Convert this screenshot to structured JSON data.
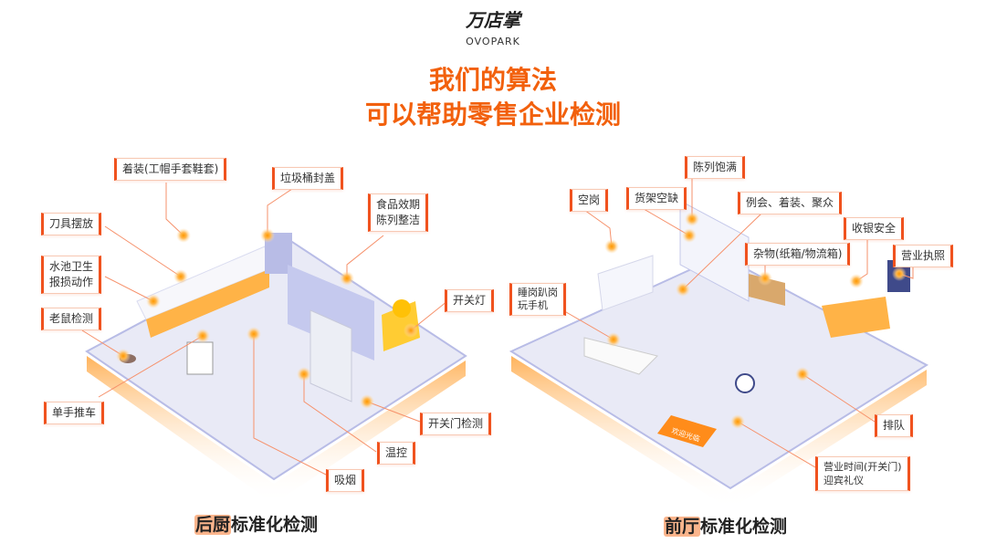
{
  "logo": {
    "name_cn": "万店掌",
    "name_en": "OVOPARK"
  },
  "headline": {
    "line1": "我们的算法",
    "line2": "可以帮助零售企业检测"
  },
  "kitchen": {
    "title_highlight": "后厨",
    "title_rest": "标准化检测",
    "labels": [
      "着装(工帽手套鞋套)",
      "垃圾桶封盖",
      "刀具摆放",
      "食品效期\n陈列整洁",
      "水池卫生\n报损动作",
      "老鼠检测",
      "开关灯",
      "单手推车",
      "开关门检测",
      "温控",
      "吸烟"
    ]
  },
  "front": {
    "title_highlight": "前厅",
    "title_rest": "标准化检测",
    "labels": [
      "陈列饱满",
      "空岗",
      "货架空缺",
      "例会、着装、聚众",
      "收银安全",
      "杂物(纸箱/物流箱)",
      "营业执照",
      "睡岗趴岗\n玩手机",
      "排队",
      "营业时间(开关门)\n迎宾礼仪"
    ],
    "mat_text": "欢迎光临"
  },
  "colors": {
    "accent": "#f2600c",
    "platform": "#e9eaf6",
    "platform_edge": "#b8bce6",
    "glow": "#ffa726"
  }
}
